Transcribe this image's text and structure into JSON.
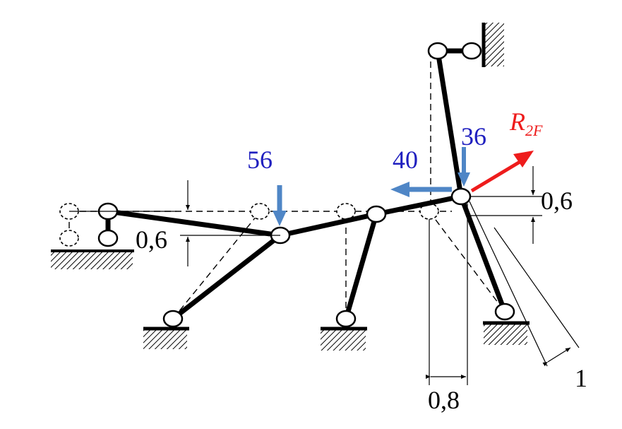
{
  "diagram": {
    "loads": {
      "force_56": "56",
      "force_40": "40",
      "force_36": "36"
    },
    "reaction_label": {
      "main": "R",
      "subscript": "2F"
    },
    "dimensions": {
      "dim_left": "0,6",
      "dim_right": "0,6",
      "dim_bottom": "0,8",
      "dim_diag": "1"
    },
    "colors": {
      "blue_text": "#1f1fbf",
      "blue_arrow": "#4f86c6",
      "red": "#ee1c1c",
      "ink": "#000000"
    }
  }
}
